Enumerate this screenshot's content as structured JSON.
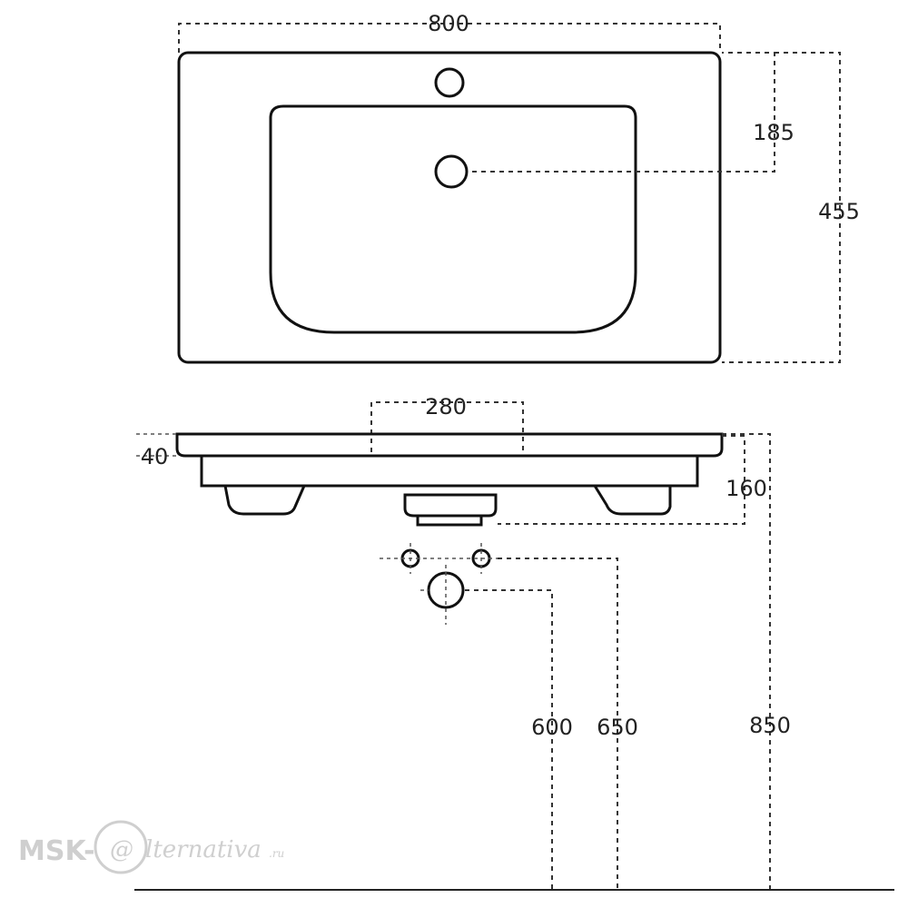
{
  "dimensions": {
    "width_total": "800",
    "depth_to_tap_hole": "185",
    "depth_total": "455",
    "mounting_spacing": "280",
    "rim_thickness": "40",
    "basin_depth": "160",
    "waste_height": "600",
    "supply_height": "650",
    "rim_height": "850"
  },
  "watermark": {
    "prefix": "MSK-",
    "at_sign": "@",
    "suffix": "lternativa",
    "domain": ".ru"
  },
  "colors": {
    "line": "#111111",
    "watermark": "#cfcfcf"
  }
}
